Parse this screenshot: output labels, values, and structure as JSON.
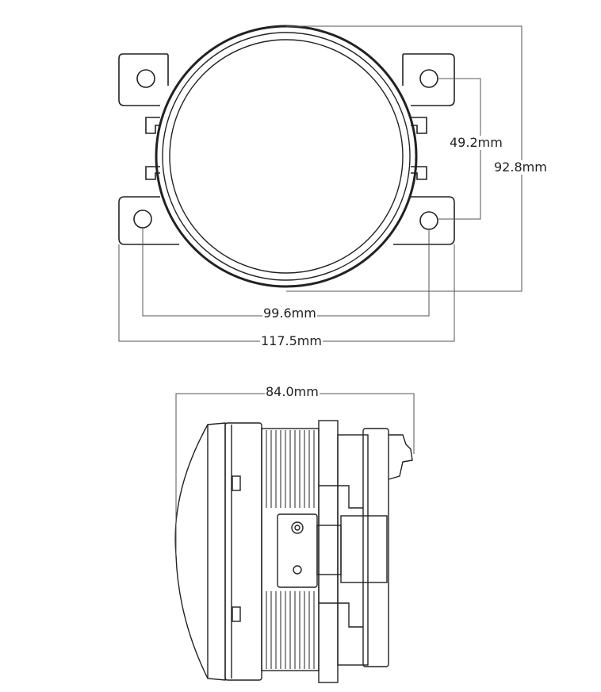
{
  "dimensions": {
    "height_small": "49.2mm",
    "height_large": "92.8mm",
    "width_small": "99.6mm",
    "width_large": "117.5mm",
    "depth": "84.0mm"
  },
  "colors": {
    "line": "#222222",
    "dim_line": "#555555",
    "background": "#ffffff"
  }
}
